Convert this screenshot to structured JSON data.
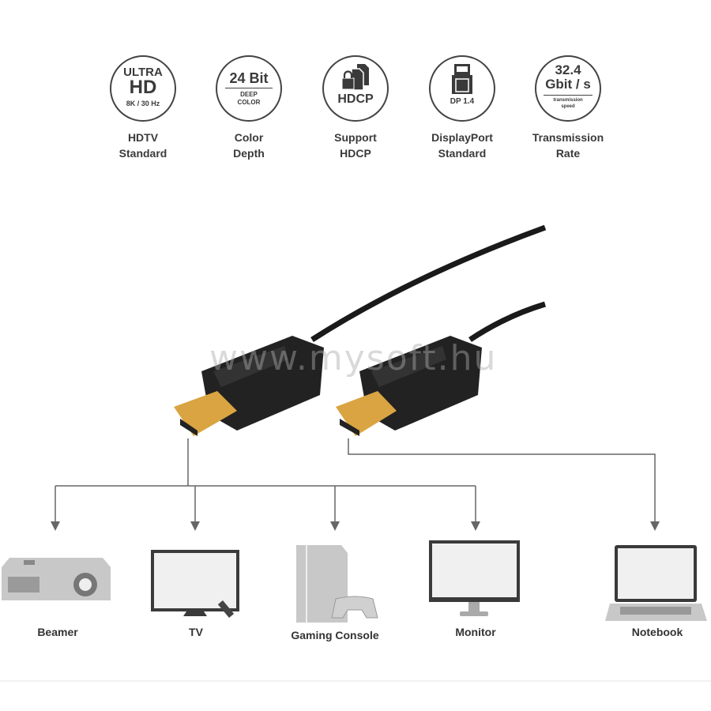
{
  "features": [
    {
      "badge_lines": [
        "ULTRA",
        "HD",
        "8K / 30 Hz"
      ],
      "label_lines": [
        "HDTV",
        "Standard"
      ]
    },
    {
      "badge_lines": [
        "24 Bit",
        "DEEP",
        "COLOR"
      ],
      "label_lines": [
        "Color",
        "Depth"
      ]
    },
    {
      "badge_lines": [
        "HDCP"
      ],
      "label_lines": [
        "Support",
        "HDCP"
      ]
    },
    {
      "badge_lines": [
        "DP 1.4"
      ],
      "label_lines": [
        "DisplayPort",
        "Standard"
      ]
    },
    {
      "badge_lines": [
        "32.4",
        "Gbit / s",
        "transmission",
        "speed"
      ],
      "label_lines": [
        "Transmission",
        "Rate"
      ]
    }
  ],
  "watermark": "www.mysoft.hu",
  "devices": [
    "Beamer",
    "TV",
    "Gaming Console",
    "Monitor",
    "Notebook"
  ],
  "colors": {
    "text": "#3a3a3a",
    "line": "#666666",
    "gold": "#d9a441",
    "cable": "#1a1a1a"
  }
}
